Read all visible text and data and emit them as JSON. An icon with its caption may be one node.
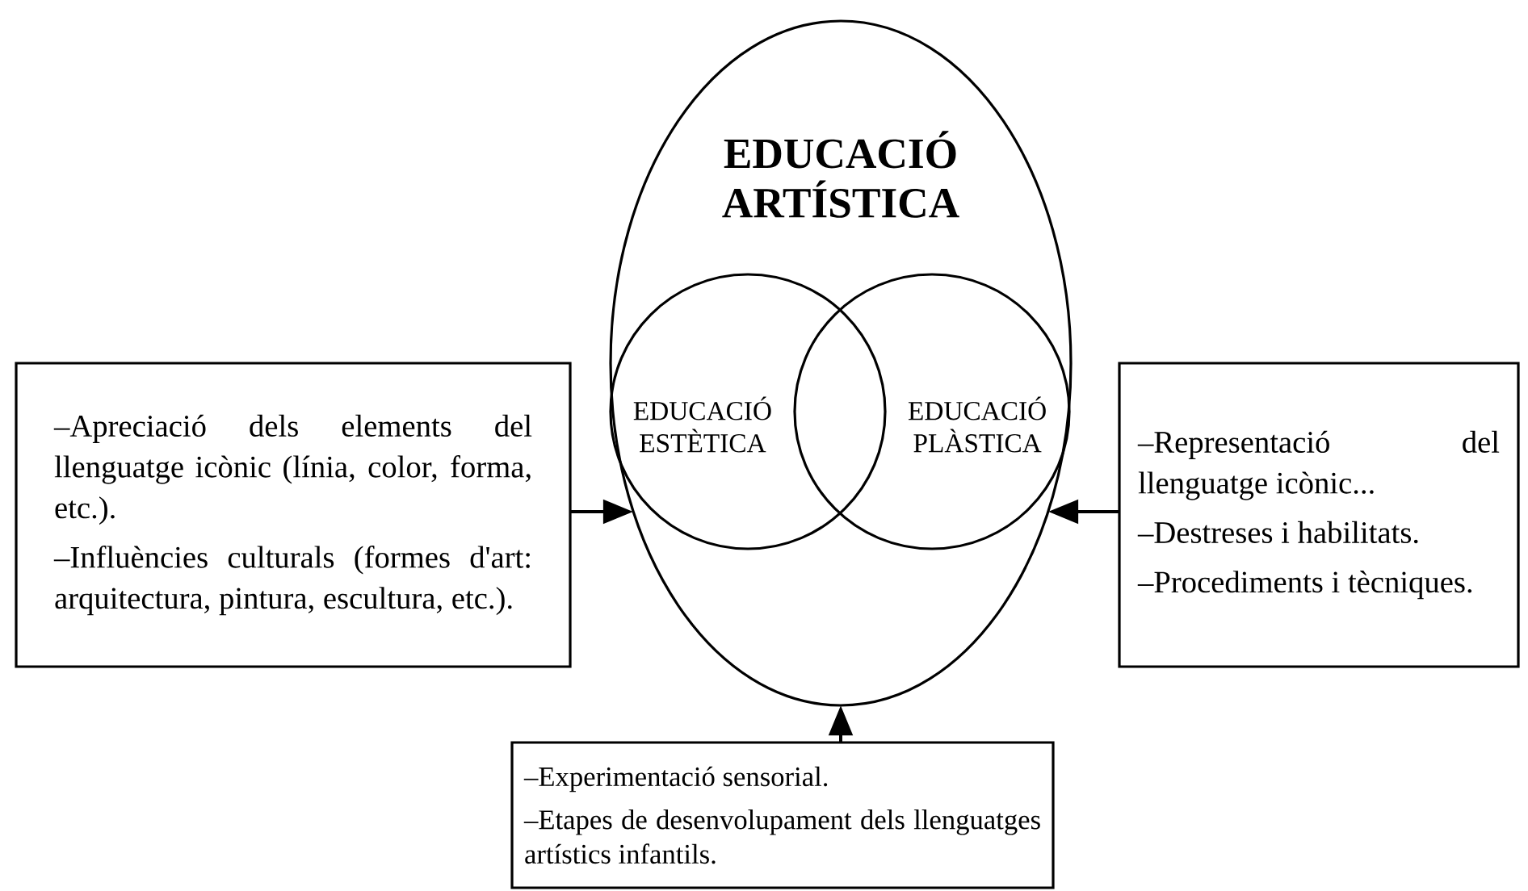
{
  "diagram": {
    "nodes": [
      {
        "text": [
          "EDUCACIÓ ARTÍSTICA"
        ]
      },
      {
        "text": [
          "EDUCACIÓ ESTÈTICA"
        ],
        "in": 0
      },
      {
        "text": [
          "EDUCACIÓ PLÀSTICA"
        ],
        "in": 0
      },
      {
        "text": [
          "–Apreciació dels elements del llenguatge icònic (línia, color, forma, etc.).",
          "–Influències culturals (formes d'art: arquitectura, pintura, escultura, etc.)."
        ]
      },
      {
        "text": [
          "–Representació del llenguatge icònic...",
          "–Destreses i habilitats.",
          "–Procediments i tècniques."
        ]
      },
      {
        "text": [
          "–Experimentació sensorial.",
          "–Etapes de desenvolupament dels llenguatges artístics infantils."
        ]
      }
    ],
    "edges": [
      {
        "from": 3,
        "to": 0,
        "arrow": "to"
      },
      {
        "from": 4,
        "to": 0,
        "arrow": "to"
      },
      {
        "from": 5,
        "to": 0,
        "arrow": "to"
      }
    ]
  }
}
